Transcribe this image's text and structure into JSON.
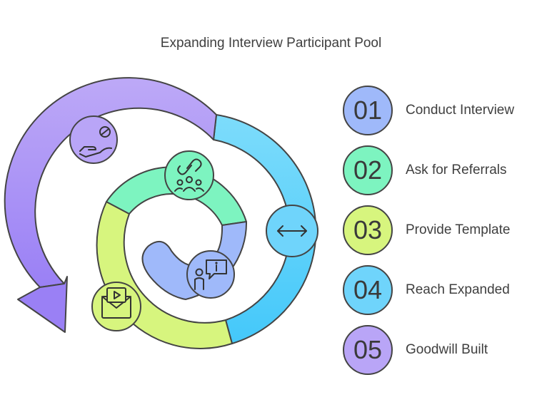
{
  "title": "Expanding Interview Participant Pool",
  "steps": [
    {
      "number": "01",
      "label": "Conduct Interview",
      "color": "#9FB9FA"
    },
    {
      "number": "02",
      "label": "Ask for Referrals",
      "color": "#7DF4C0"
    },
    {
      "number": "03",
      "label": "Provide Template",
      "color": "#D7F57E"
    },
    {
      "number": "04",
      "label": "Reach Expanded",
      "color": "#6FD4FB"
    },
    {
      "number": "05",
      "label": "Goodwill Built",
      "color": "#B9A5F7"
    }
  ],
  "icons": {
    "conduct_interview": "person-info-icon",
    "ask_referrals": "group-link-icon",
    "provide_template": "email-video-icon",
    "reach_expanded": "arrow-left-right-icon",
    "goodwill_built": "hand-giving-icon"
  }
}
